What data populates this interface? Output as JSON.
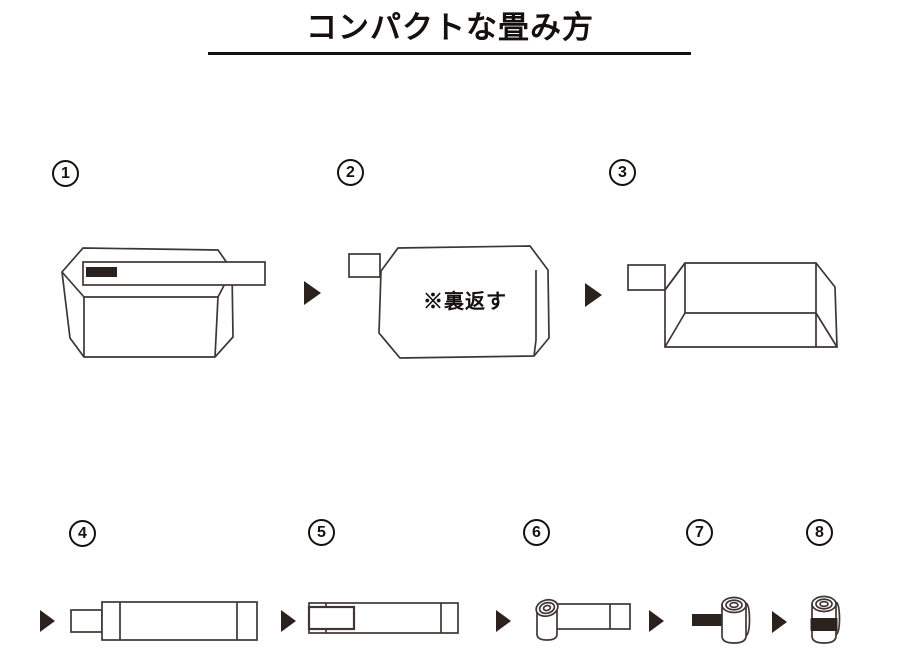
{
  "title": "コンパクトな畳み方",
  "colors": {
    "background": "#ffffff",
    "line": "#3f3633",
    "dark": "#2b211d",
    "text": "#15100d"
  },
  "steps": [
    {
      "number": "1",
      "figure": "open-box-with-strap-and-velcro"
    },
    {
      "number": "2",
      "figure": "flattened-bag-inside-out",
      "note": "※裏返す"
    },
    {
      "number": "3",
      "figure": "flattened-bag-tab-left"
    },
    {
      "number": "4",
      "figure": "folded-flat-strip-with-tab"
    },
    {
      "number": "5",
      "figure": "folded-strip-tab-tucked"
    },
    {
      "number": "6",
      "figure": "strip-partially-rolled"
    },
    {
      "number": "7",
      "figure": "rolled-cylinder-with-strap-out"
    },
    {
      "number": "8",
      "figure": "rolled-cylinder-secured-with-band"
    }
  ]
}
